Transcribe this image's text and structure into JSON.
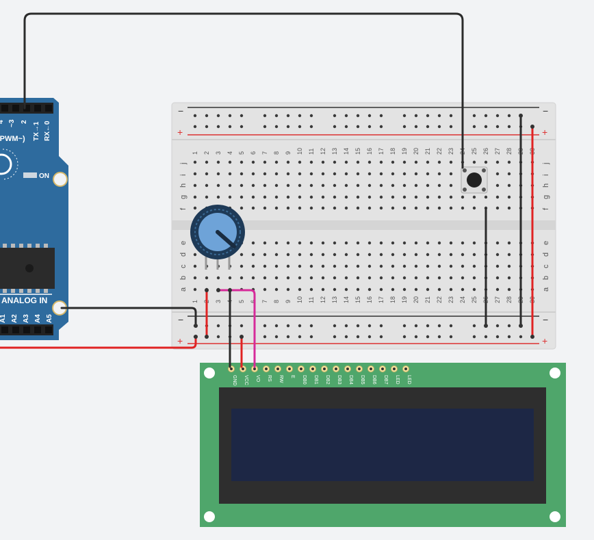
{
  "arduino": {
    "pins_top": [
      "4",
      "~3",
      "2",
      "1",
      "0"
    ],
    "pwm_label": "(PWM~)",
    "tx_label": "TX",
    "rx_label": "RX",
    "on_label": "ON",
    "analog_label": "ANALOG IN",
    "analog_pins": [
      "A1",
      "A2",
      "A3",
      "A4",
      "A5"
    ]
  },
  "breadboard": {
    "minus": "−",
    "plus": "+",
    "columns": [
      "1",
      "2",
      "3",
      "4",
      "5",
      "6",
      "7",
      "8",
      "9",
      "10",
      "11",
      "12",
      "13",
      "14",
      "15",
      "16",
      "17",
      "18",
      "19",
      "20",
      "21",
      "22",
      "23",
      "24",
      "25",
      "26",
      "27",
      "28",
      "29",
      "30"
    ],
    "rows_top": [
      "j",
      "i",
      "h",
      "g",
      "f"
    ],
    "rows_bottom": [
      "e",
      "d",
      "c",
      "b",
      "a"
    ]
  },
  "lcd": {
    "pins": [
      "GND",
      "VCC",
      "VO",
      "RS",
      "RW",
      "E",
      "DB0",
      "DB1",
      "DB2",
      "DB3",
      "DB4",
      "DB5",
      "DB6",
      "DB7",
      "LED",
      "LED"
    ]
  },
  "colors": {
    "background": "#f2f3f5",
    "arduino": "#2e6b9e",
    "breadboard": "#e3e3e3",
    "lcd_pcb": "#4fa66b",
    "lcd_screen": "#1d2745",
    "wire_red": "#e02323",
    "wire_black": "#2b2b2b",
    "wire_magenta": "#d62b9a"
  },
  "components": {
    "potentiometer": "potentiometer",
    "pushbutton": "pushbutton"
  }
}
